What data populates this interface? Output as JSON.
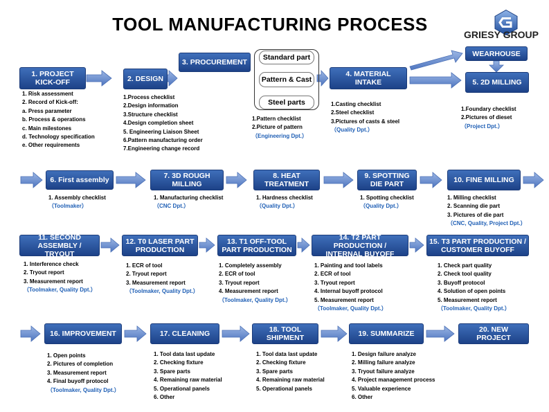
{
  "title": "TOOL MANUFACTURING PROCESS",
  "logo_text": "GRIESY GROUP",
  "colors": {
    "box": "#2a57a5",
    "arrow": "#6b8fd1",
    "dept": "#1f5fb5"
  },
  "steps": {
    "s1": "1. PROJECT KICK-OFF",
    "s2": "2. DESIGN",
    "s3": "3. PROCUREMENT",
    "s4": "4. MATERIAL INTAKE",
    "wh": "WEARHOUSE",
    "s5": "5. 2D MILLING",
    "s6": "6. First assembly",
    "s7": "7. 3D ROUGH MILLING",
    "s8": "8. HEAT TREATMENT",
    "s9": "9. SPOTTING DIE PART",
    "s10": "10. FINE MILLING",
    "s11": "11. SECOND ASSEMBLY / TRYOUT",
    "s12": "12. T0 LASER PART PRODUCTION",
    "s13": "13. T1 OFF-TOOL PART PRODUCTION",
    "s14": "14. T2 PART PRODUCTION / INTERNAL BUYOFF",
    "s15": "15. T3 PART PRODUCTION / CUSTOMER BUYOFF",
    "s16": "16. IMPROVEMENT",
    "s17": "17. CLEANING",
    "s18": "18. TOOL SHIPMENT",
    "s19": "19. SUMMARIZE",
    "s20": "20. NEW PROJECT"
  },
  "procurement_items": [
    "Standard part",
    "Pattern & Cast",
    "Steel parts"
  ],
  "details": {
    "d1": {
      "lines": [
        "1. Risk assessment",
        "2. Record of Kick-off:",
        "a. Press parameter",
        "b. Process & operations",
        "c. Main milestones",
        "d. Technology specification",
        "e. Other requirements"
      ],
      "dept": ""
    },
    "d2": {
      "lines": [
        "1.Process checklist",
        "2.Design information",
        "3.Structure checklist",
        "4.Design completion sheet",
        "5. Engineering Liaison Sheet",
        "6.Pattern manufacturing order",
        "7.Engineering change record"
      ],
      "dept": ""
    },
    "d3": {
      "lines": [
        "1.Pattern checklist",
        "2.Picture of pattern"
      ],
      "dept": "（Engineering Dpt.）"
    },
    "d4": {
      "lines": [
        "1.Casting checklist",
        "2.Steel checklist",
        "3.Pictures of casts & steel"
      ],
      "dept": "（Quality Dpt.）"
    },
    "d5": {
      "lines": [
        "1.Foundary checklist",
        "2.Pictures of dieset"
      ],
      "dept": "（Project Dpt.）"
    },
    "d6": {
      "lines": [
        "1. Assembly checklist"
      ],
      "dept": "（Toolmaker）"
    },
    "d7": {
      "lines": [
        "1. Manufacturing checklist"
      ],
      "dept": "（CNC Dpt.）"
    },
    "d8": {
      "lines": [
        "1. Hardness checklist"
      ],
      "dept": "（Quality Dpt.）"
    },
    "d9": {
      "lines": [
        "1. Spotting checklist"
      ],
      "dept": "（Quality Dpt.）"
    },
    "d10": {
      "lines": [
        "1. Milling checklist",
        "2. Scanning die part",
        "3. Pictures of die part"
      ],
      "dept": "（CNC, Quality, Project Dpt.）"
    },
    "d11": {
      "lines": [
        "1.  Interference check",
        "2. Tryout report",
        "3. Measurement report"
      ],
      "dept": "（Toolmaker, Quality Dpt.）"
    },
    "d12": {
      "lines": [
        "1. ECR of tool",
        "2. Tryout report",
        "3. Measurement report"
      ],
      "dept": "（Toolmaker, Quality Dpt.）"
    },
    "d13": {
      "lines": [
        "1. Completely assembly",
        "2. ECR of tool",
        "3. Tryout report",
        "4. Measurement report"
      ],
      "dept": "（Toolmaker, Quality Dpt.）"
    },
    "d14": {
      "lines": [
        "1. Painting and tool labels",
        "2. ECR of tool",
        "3. Tryout report",
        "4. Internal buyoff protocol",
        "5. Measurement report"
      ],
      "dept": "（Toolmaker, Quality Dpt.）"
    },
    "d15": {
      "lines": [
        "1. Check part quality",
        "2. Check tool quality",
        "3. Buyoff protocol",
        "4. Solution of open points",
        "5. Measurement report"
      ],
      "dept": "（Toolmaker, Quality Dpt.）"
    },
    "d16": {
      "lines": [
        "1. Open points",
        "2. Pictures of completion",
        "3. Measurement report",
        "4. Final buyoff protocol"
      ],
      "dept": "（Toolmaker, Quality Dpt.）"
    },
    "d17": {
      "lines": [
        "1. Tool data last update",
        "2. Checking fixture",
        "3. Spare parts",
        "4. Remaining raw material",
        "5. Operational panels",
        "6. Other"
      ],
      "dept": ""
    },
    "d18": {
      "lines": [
        "1. Tool data last update",
        "2. Checking fixture",
        "3. Spare parts",
        "4. Remaining raw material",
        "5. Operational panels"
      ],
      "dept": ""
    },
    "d19": {
      "lines": [
        "1. Design failure analyze",
        "2. Milling failure analyze",
        "3. Tryout failure analyze",
        "4. Project management process",
        "5. Valuable experience",
        "6. Other"
      ],
      "dept": ""
    }
  }
}
